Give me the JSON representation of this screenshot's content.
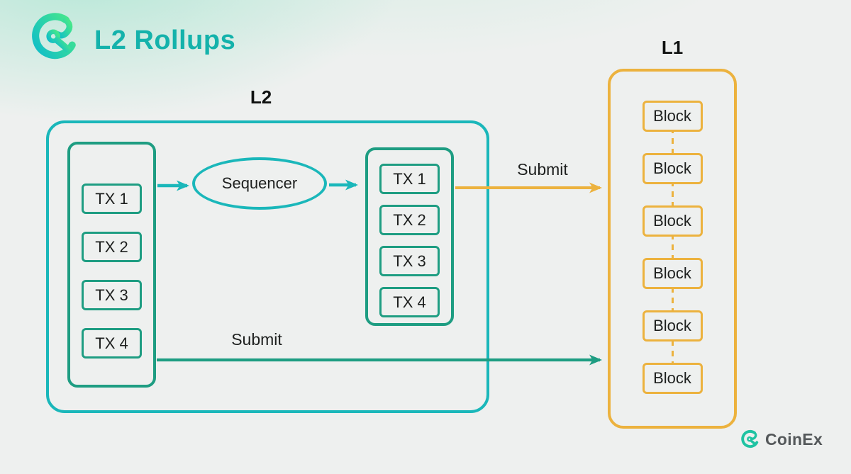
{
  "header": {
    "title": "L2 Rollups"
  },
  "l2": {
    "label": "L2",
    "mempool_txs": [
      "TX 1",
      "TX 2",
      "TX 3",
      "TX 4"
    ],
    "sequencer_label": "Sequencer",
    "ordered_txs": [
      "TX 1",
      "TX 2",
      "TX 3",
      "TX 4"
    ]
  },
  "arrows": {
    "submit_top_label": "Submit",
    "submit_bottom_label": "Submit"
  },
  "l1": {
    "label": "L1",
    "blocks": [
      "Block",
      "Block",
      "Block",
      "Block",
      "Block",
      "Block"
    ]
  },
  "footer": {
    "brand": "CoinEx"
  },
  "colors": {
    "cyan_accent": "#1ab7ba",
    "green_accent": "#1e9d82",
    "orange_accent": "#ecb23e",
    "title_teal": "#14b2ab",
    "background": "#eef0ef",
    "text": "#1d1f1e"
  }
}
